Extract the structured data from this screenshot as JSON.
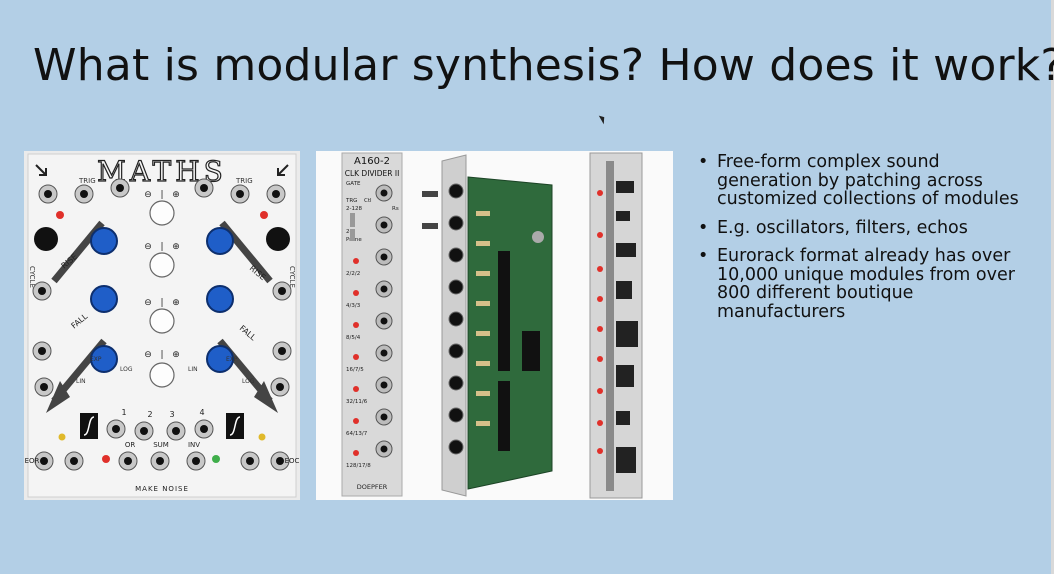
{
  "slide": {
    "title": "What is modular synthesis? How does it work?",
    "bullets": [
      "Free-form complex sound generation by patching across customized collections of modules",
      "E.g. oscillators, filters, echos",
      "Eurorack format already has over 10,000 unique modules from over 800 different boutique manufacturers"
    ],
    "bullet_glyph": "•"
  },
  "maths_module": {
    "logo": "MATHS",
    "labels": [
      "TRIG",
      "TRIG",
      "1",
      "2",
      "3",
      "4",
      "OR",
      "SUM",
      "INV",
      "CYCLE",
      "CYCLE",
      "RISE",
      "RISE",
      "FALL",
      "FALL",
      "EOR",
      "EOC",
      "LIN",
      "EXP",
      "LOG",
      "LIN",
      "EXP",
      "LOG"
    ],
    "brand": "MAKE NOISE"
  },
  "divider_module": {
    "model": "A160-2",
    "name": "CLK DIVIDER II",
    "labels": [
      "GATE",
      "TRG",
      "Ctl",
      "2-128",
      "Rs",
      "2-8",
      "Prime",
      "2/2/2",
      "4/3/3",
      "8/5/4",
      "16/7/5",
      "32/11/6",
      "64/13/7",
      "128/17/8"
    ],
    "brand": "DOEPFER"
  },
  "colors": {
    "background": "#b3cfe6",
    "knob_blue": "#1f5ec8",
    "led_red": "#e0302a",
    "led_green": "#3fae4a",
    "led_yellow": "#e0b92a",
    "pcb_green": "#2f6a3c"
  }
}
